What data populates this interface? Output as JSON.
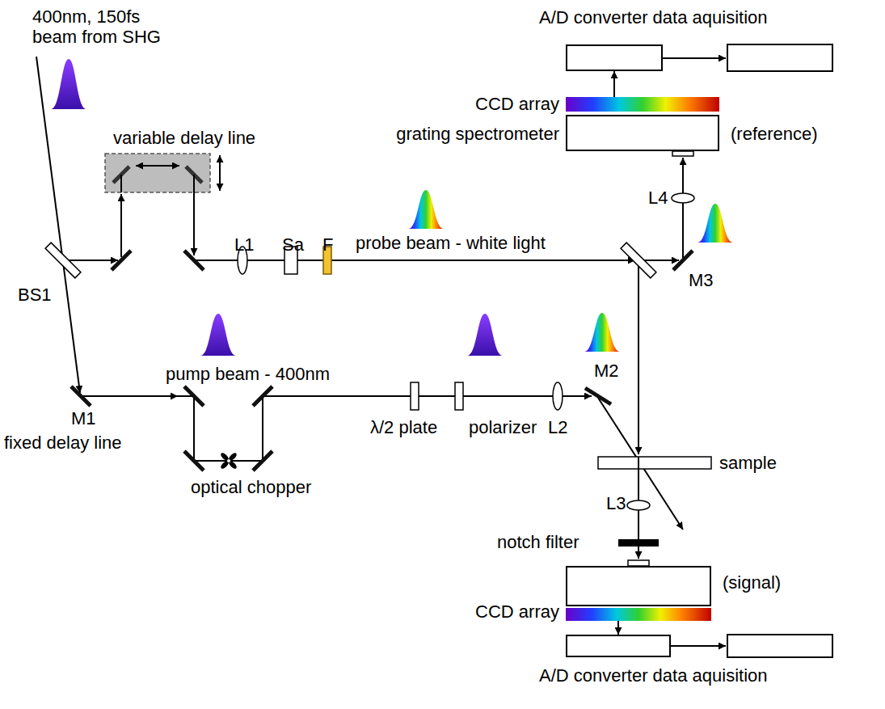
{
  "diagram": {
    "nodes": [
      {
        "text": [
          "CCD array",
          "grating spectrometer",
          "(reference)"
        ]
      },
      {
        "text": [
          "A/D converter data aquisition"
        ]
      },
      {
        "text": [
          "(signal)",
          "CCD array"
        ]
      },
      {
        "text": [
          "A/D converter data aquisition"
        ]
      }
    ],
    "edges": [
      {
        "from": 0,
        "to": 1,
        "arrow": "to"
      },
      {
        "from": 2,
        "to": 3,
        "arrow": "to"
      }
    ],
    "labels": [
      "400nm, 150fs beam from SHG",
      "variable delay line",
      "BS1",
      "L1",
      "Sa",
      "F",
      "probe beam - white light",
      "L4",
      "M3",
      "pump beam - 400nm",
      "M1",
      "fixed delay line",
      "optical chopper",
      "λ/2 plate",
      "polarizer",
      "L2",
      "M2",
      "sample",
      "L3",
      "notch filter"
    ]
  }
}
